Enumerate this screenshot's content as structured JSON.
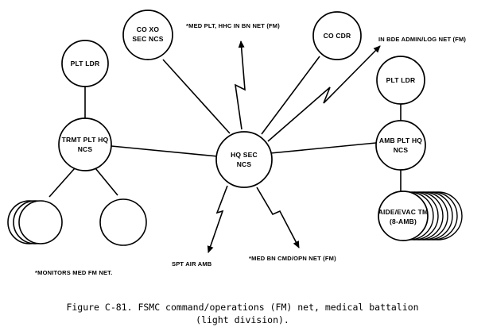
{
  "nodes": {
    "co_xo": [
      "CO XO",
      "SEC NCS"
    ],
    "co_cdr": [
      "CO CDR"
    ],
    "plt_ldr_left": [
      "PLT LDR"
    ],
    "trmt_plt_hq": [
      "TRMT PLT HQ",
      "NCS"
    ],
    "hq_sec": [
      "HQ SEC",
      "NCS"
    ],
    "plt_ldr_right": [
      "PLT LDR"
    ],
    "amb_plt_hq": [
      "AMB PLT HQ",
      "NCS"
    ],
    "aide_evac": [
      "AIDE/EVAC TM",
      "(8-AMB)"
    ]
  },
  "external_links": {
    "med_plt": "*MED PLT, HHC IN BN NET (FM)",
    "bde_admin": "IN BDE ADMIN/LOG NET (FM)",
    "spt_air": "SPT AIR AMB",
    "med_bn": "*MED BN CMD/OPN NET (FM)"
  },
  "footnote": "*MONITORS MED FM NET.",
  "caption": {
    "line1": "Figure C-81. FSMC command/operations (FM) net, medical battalion",
    "line2": "(light division)."
  }
}
